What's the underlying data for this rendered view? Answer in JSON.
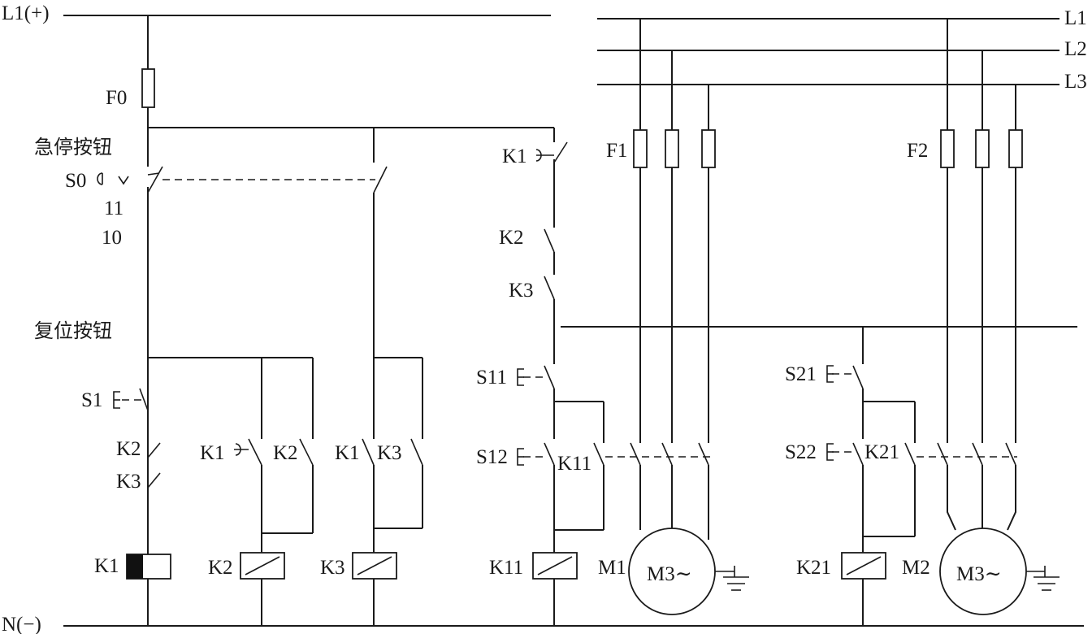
{
  "rails": {
    "positive": "L1(+)",
    "negative": "N(−)",
    "phase_l1": "L1",
    "phase_l2": "L2",
    "phase_l3": "L3"
  },
  "labels": {
    "fuse_f0": "F0",
    "emergency_stop_caption": "急停按钮",
    "s0": "S0",
    "terminal_11": "11",
    "terminal_10": "10",
    "reset_caption": "复位按钮",
    "s1": "S1",
    "k2_nc": "K2",
    "k3_nc": "K3",
    "k1_coil": "K1",
    "k1_contact_a": "K1",
    "k2_contact": "K2",
    "k2_coil": "K2",
    "k1_contact_b": "K1",
    "k3_contact": "K3",
    "k3_coil": "K3",
    "k1_top": "K1",
    "k2_series": "K2",
    "k3_series": "K3",
    "s11": "S11",
    "s12": "S12",
    "k11_contact": "K11",
    "k11_coil": "K11",
    "m1": "M1",
    "m1_text": "M3∼",
    "fuse_f1": "F1",
    "s21": "S21",
    "s22": "S22",
    "k21_contact": "K21",
    "k21_coil": "K21",
    "m2": "M2",
    "m2_text": "M3∼",
    "fuse_f2": "F2"
  }
}
